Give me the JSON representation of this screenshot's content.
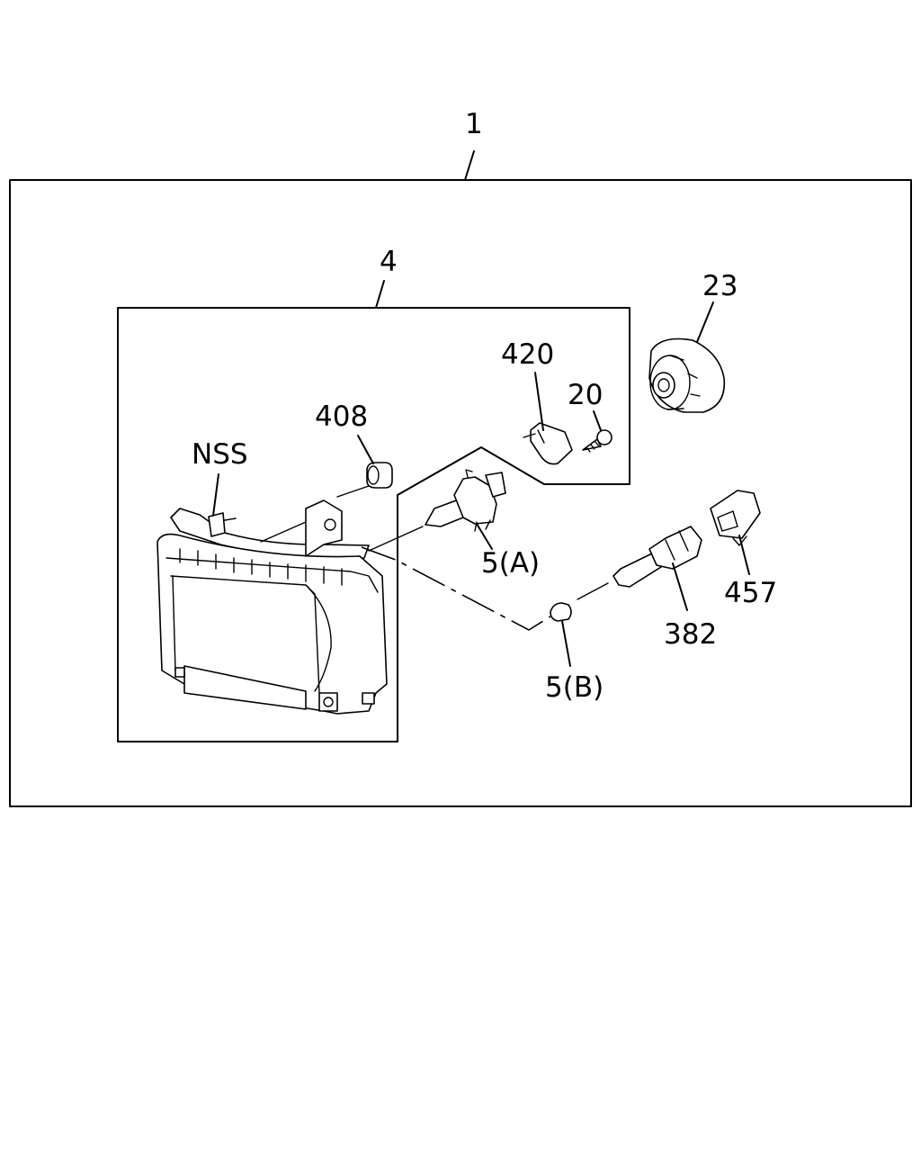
{
  "callouts": {
    "assembly": "1",
    "sub_assembly": "4",
    "headlamp": "NSS",
    "part_408": "408",
    "part_420": "420",
    "part_20": "20",
    "part_23": "23",
    "bulb_a": "5(A)",
    "bulb_b": "5(B)",
    "part_382": "382",
    "part_457": "457"
  }
}
